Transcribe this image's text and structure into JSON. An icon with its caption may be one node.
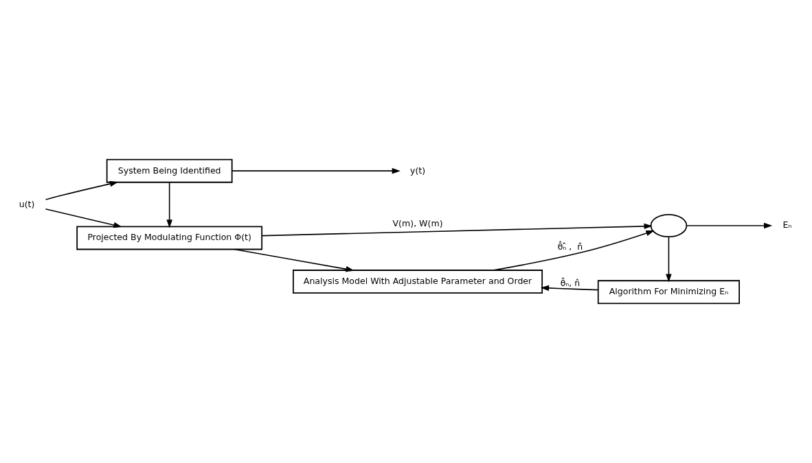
{
  "diagram": {
    "nodes": [
      {
        "text": [
          "u(t)"
        ]
      },
      {
        "text": [
          "System Being Identified"
        ]
      },
      {
        "text": [
          "Projected By Modulating Function Φ(t)"
        ]
      },
      {
        "text": [
          "y(t)"
        ]
      },
      {
        "text": [
          "Analysis Model With Adjustable Parameter and Order"
        ]
      },
      {
        "text": [],
        "shape": "circle"
      },
      {
        "text": [
          "Eₙ"
        ]
      },
      {
        "text": [
          "Algorithm For Minimizing Eₙ"
        ]
      }
    ],
    "edges": [
      {
        "from": 0,
        "to": 1,
        "arrow": "to"
      },
      {
        "from": 0,
        "to": 2,
        "arrow": "to"
      },
      {
        "from": 1,
        "to": 3,
        "arrow": "to"
      },
      {
        "from": 1,
        "to": 2,
        "arrow": "to"
      },
      {
        "from": 2,
        "to": 4,
        "arrow": "to"
      },
      {
        "from": 2,
        "to": 5,
        "arrow": "to",
        "label": "V(m), W(m)"
      },
      {
        "from": 4,
        "to": 5,
        "arrow": "to",
        "label": "θ̂ₙ̂ ,  n̂"
      },
      {
        "from": 5,
        "to": 6,
        "arrow": "to"
      },
      {
        "from": 5,
        "to": 7,
        "arrow": "to"
      },
      {
        "from": 7,
        "to": 4,
        "arrow": "to",
        "label": "θ̂ₙ, n̂"
      }
    ]
  }
}
